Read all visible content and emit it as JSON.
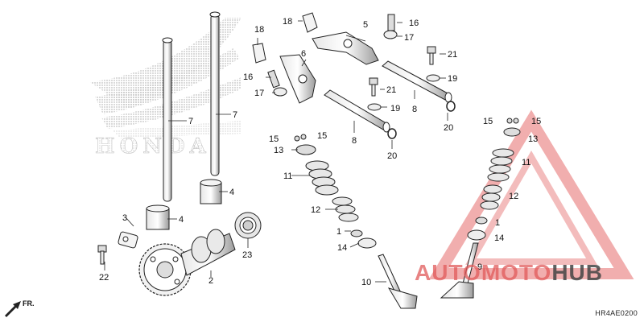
{
  "diagram": {
    "code": "HR4AE0200",
    "direction_label": "FR.",
    "watermark_brand": "HONDA",
    "logo": {
      "prefix": "AUTOMOTO",
      "suffix": "HUB",
      "accent": "#e03232"
    },
    "callouts": [
      {
        "id": "c1",
        "text": "1"
      },
      {
        "id": "c2",
        "text": "1"
      },
      {
        "id": "c3",
        "text": "2"
      },
      {
        "id": "c4",
        "text": "3"
      },
      {
        "id": "c5",
        "text": "4"
      },
      {
        "id": "c6",
        "text": "4"
      },
      {
        "id": "c7",
        "text": "5"
      },
      {
        "id": "c8",
        "text": "6"
      },
      {
        "id": "c9",
        "text": "7"
      },
      {
        "id": "c10",
        "text": "7"
      },
      {
        "id": "c11",
        "text": "8"
      },
      {
        "id": "c12",
        "text": "8"
      },
      {
        "id": "c13",
        "text": "9"
      },
      {
        "id": "c14",
        "text": "10"
      },
      {
        "id": "c15",
        "text": "11"
      },
      {
        "id": "c16",
        "text": "11"
      },
      {
        "id": "c17",
        "text": "12"
      },
      {
        "id": "c18",
        "text": "12"
      },
      {
        "id": "c19",
        "text": "13"
      },
      {
        "id": "c20",
        "text": "13"
      },
      {
        "id": "c21",
        "text": "14"
      },
      {
        "id": "c22",
        "text": "14"
      },
      {
        "id": "c23",
        "text": "15"
      },
      {
        "id": "c24",
        "text": "15"
      },
      {
        "id": "c25",
        "text": "15"
      },
      {
        "id": "c26",
        "text": "15"
      },
      {
        "id": "c27",
        "text": "16"
      },
      {
        "id": "c28",
        "text": "16"
      },
      {
        "id": "c29",
        "text": "17"
      },
      {
        "id": "c30",
        "text": "17"
      },
      {
        "id": "c31",
        "text": "18"
      },
      {
        "id": "c32",
        "text": "18"
      },
      {
        "id": "c33",
        "text": "19"
      },
      {
        "id": "c34",
        "text": "19"
      },
      {
        "id": "c35",
        "text": "20"
      },
      {
        "id": "c36",
        "text": "20"
      },
      {
        "id": "c37",
        "text": "21"
      },
      {
        "id": "c38",
        "text": "21"
      },
      {
        "id": "c39",
        "text": "22"
      },
      {
        "id": "c40",
        "text": "23"
      }
    ]
  }
}
